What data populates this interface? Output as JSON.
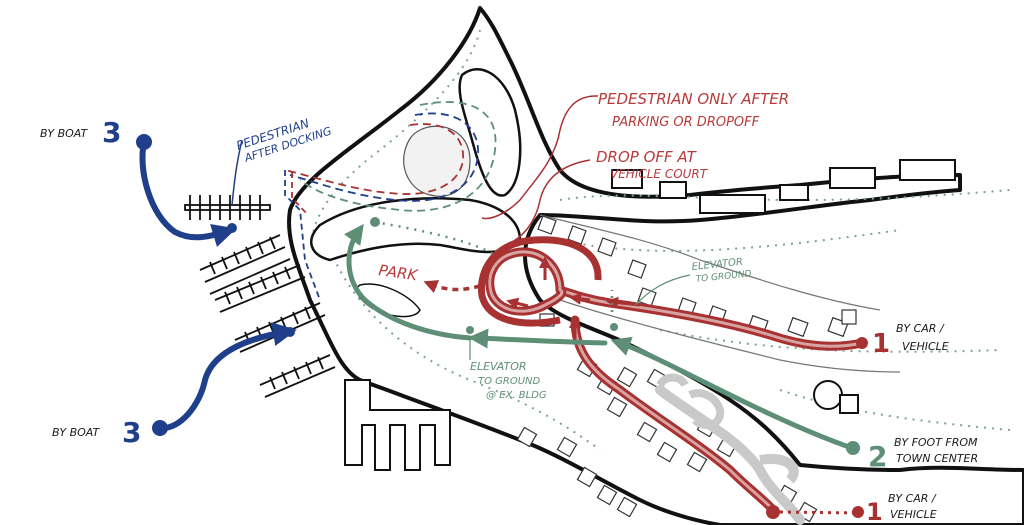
{
  "labels": {
    "pedestrian_after_parking_1": "PEDESTRIAN ONLY AFTER",
    "pedestrian_after_parking_2": "PARKING OR DROPOFF",
    "dropoff_1": "DROP OFF AT",
    "dropoff_2": "VEHICLE COURT",
    "pedestrian_after_docking_1": "PEDESTRIAN",
    "pedestrian_after_docking_2": "AFTER DOCKING",
    "by_boat_top": "BY BOAT",
    "by_boat_bottom": "BY BOAT",
    "boat_number_top": "3",
    "boat_number_bottom": "3",
    "park": "PARK",
    "elevator_right_1": "ELEVATOR",
    "elevator_right_2": "TO GROUND",
    "elevator_left_1": "ELEVATOR",
    "elevator_left_2": "TO GROUND",
    "elevator_left_3": "@ EX. BLDG",
    "car_number_top": "1",
    "car_top_1": "BY CAR /",
    "car_top_2": "VEHICLE",
    "foot_number": "2",
    "foot_1": "BY FOOT FROM",
    "foot_2": "TOWN CENTER",
    "car_number_bottom": "1",
    "car_bottom_1": "BY CAR /",
    "car_bottom_2": "VEHICLE"
  },
  "colors": {
    "boat_route": "#1f3f8a",
    "car_route": "#a83232",
    "car_route_fill": "#b86a6a",
    "foot_route": "#5e8f76",
    "outline": "#111111",
    "dotted_contour": "#7aa596",
    "road_fill": "#c9c9c9"
  }
}
